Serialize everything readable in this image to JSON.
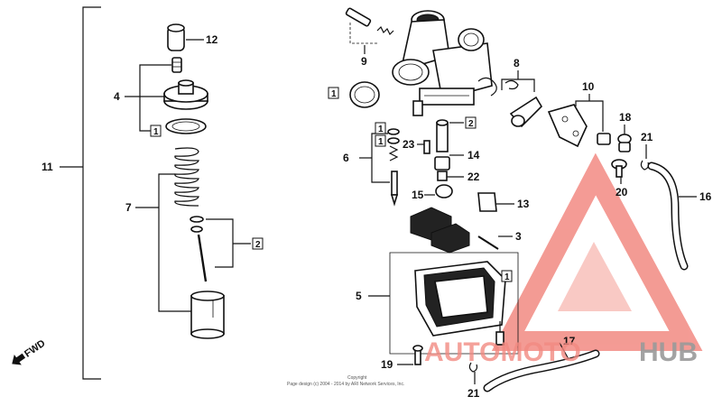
{
  "callouts": {
    "c1": "12",
    "c2": "4",
    "c3": "11",
    "c4": "7",
    "c5": "9",
    "c6": "8",
    "c7": "10",
    "c8": "18",
    "c9": "21",
    "c10": "6",
    "c11": "23",
    "c12": "14",
    "c13": "22",
    "c14": "15",
    "c15": "13",
    "c16": "20",
    "c17": "16",
    "c18": "3",
    "c19": "5",
    "c20": "17",
    "c21": "19",
    "c22": "21"
  },
  "boxed": {
    "b1": "1",
    "b2": "2",
    "b3": "1",
    "b4": "1",
    "b5": "2",
    "b6": "1",
    "b7": "1"
  },
  "direction_label": "FWD",
  "copyright": {
    "line1": "Copyright",
    "line2": "Page design (c) 2004 - 2014 by ARI Network Services, Inc."
  },
  "watermark": {
    "text_part1": "AUTOMOTO",
    "text_part2": "HUB",
    "color_primary": "#f28a82",
    "color_secondary": "#9a9a9a"
  }
}
